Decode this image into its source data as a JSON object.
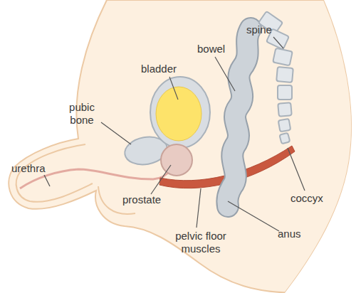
{
  "diagram": {
    "labels": [
      "spine",
      "bowel",
      "bladder",
      "pubic bone",
      "urethra",
      "prostate",
      "pelvic floor muscles",
      "coccyx",
      "anus"
    ]
  }
}
